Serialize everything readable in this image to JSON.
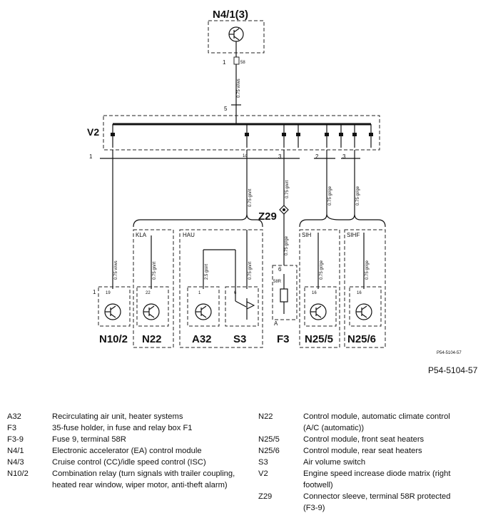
{
  "diagram": {
    "top_component": "N4/1(3)",
    "bus_label": "V2",
    "connector_label": "Z29",
    "bottom_components": [
      "N10/2",
      "N22",
      "A32",
      "S3",
      "F3",
      "N25/5",
      "N25/6"
    ],
    "group_labels": [
      "KLA",
      "HAU",
      "SIH",
      "SIHF"
    ],
    "terminal_labels": [
      "1",
      "5",
      "1",
      "1d",
      "3",
      "2",
      "3",
      "6",
      "1",
      "A"
    ],
    "pin_labels": [
      "19",
      "22",
      "1",
      "6",
      "16",
      "16",
      "58R"
    ],
    "wire_labels": [
      "0.75 vi/ws",
      "0.75 gn/rt",
      "0.75 gn/rt",
      "0.75 gr/ge",
      "0.75 gr/ge",
      "0.75 vi/ws",
      "0.75 gn/rt",
      "2.5 gn/rt",
      "0.75 gn/rt",
      "0.75 gr/ge",
      "0.75 gr/ge",
      "0.75 gr/ge"
    ],
    "small_id": "P54-5104-57"
  },
  "figure_id": "P54-5104-57",
  "legend": {
    "left": [
      {
        "code": "A32",
        "desc": "Recirculating air unit, heater systems"
      },
      {
        "code": "F3",
        "desc": "35-fuse holder, in fuse and relay box F1"
      },
      {
        "code": "F3-9",
        "desc": "Fuse 9, terminal 58R"
      },
      {
        "code": "N4/1",
        "desc": "Electronic accelerator (EA) control module"
      },
      {
        "code": "N4/3",
        "desc": "Cruise control (CC)/idle speed control (ISC)"
      },
      {
        "code": "N10/2",
        "desc": "Combination relay (turn signals with trailer coupling, heated rear window, wiper motor, anti-theft alarm)"
      }
    ],
    "right": [
      {
        "code": "N22",
        "desc": "Control module, automatic climate control (A/C (automatic))"
      },
      {
        "code": "N25/5",
        "desc": "Control module, front seat heaters"
      },
      {
        "code": "N25/6",
        "desc": "Control module, rear seat heaters"
      },
      {
        "code": "S3",
        "desc": "Air volume switch"
      },
      {
        "code": "V2",
        "desc": "Engine speed increase diode matrix (right footwell)"
      },
      {
        "code": "Z29",
        "desc": "Connector sleeve, terminal 58R protected (F3-9)"
      }
    ]
  }
}
